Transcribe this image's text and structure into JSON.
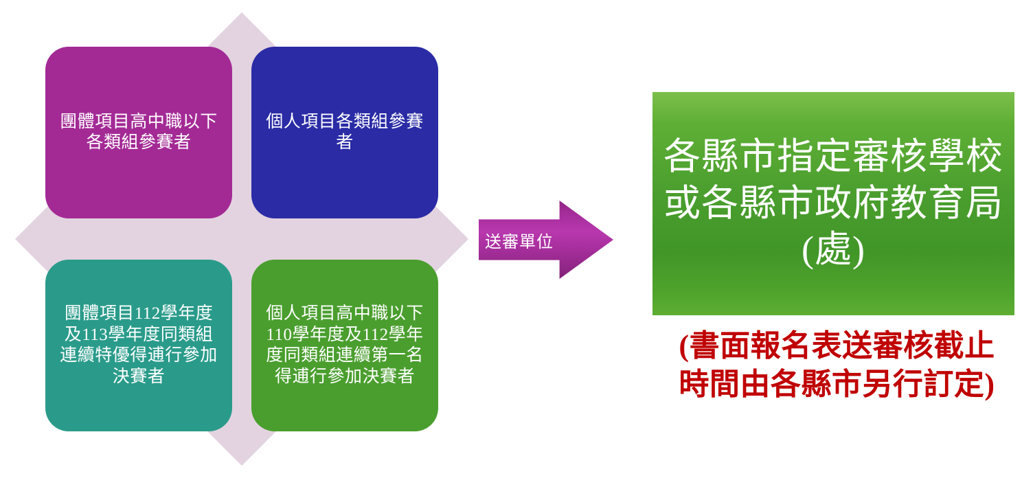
{
  "diagram": {
    "title_flow": "送審單位",
    "colors": {
      "magenta": "#A32A95",
      "blue": "#2A2BA5",
      "teal": "#2A9B8A",
      "green": "#4A9E2E",
      "diamond_lavender": "#E3D3E0",
      "arrow_purple": "#A42D9A",
      "panel_green": "#4A9E2E",
      "note_red": "#C00000",
      "box_text": "#FFFFFF"
    }
  },
  "quadrants": [
    {
      "id": "group-events-senior-high-and-below",
      "color_key": "magenta",
      "text": "團體項目高中職以下各類組參賽者"
    },
    {
      "id": "individual-events-all-groups",
      "color_key": "blue",
      "text": "個人項目各類組參賽者"
    },
    {
      "id": "group-events-consecutive-excellence",
      "color_key": "teal",
      "text": "團體項目112學年度及113學年度同類組連續特優得逋行參加決賽者"
    },
    {
      "id": "individual-events-consecutive-first-place",
      "color_key": "green",
      "text": "個人項目高中職以下110學年度及112學年度同類組連續第一名得逋行參加決賽者"
    }
  ],
  "arrow": {
    "label": "送審單位",
    "direction": "right"
  },
  "destination": {
    "panel_text": "各縣市指定審核學校或各縣市政府教育局(處)",
    "note_lines": [
      "(書面報名表送審核截止",
      "時間由各縣市另行訂定)"
    ]
  }
}
